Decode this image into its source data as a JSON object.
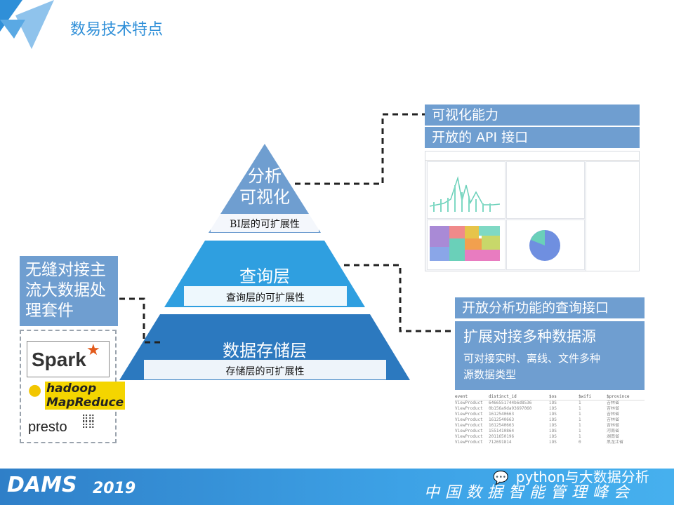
{
  "page": {
    "title": "数易技术特点"
  },
  "pyramid": {
    "top": {
      "title_line1": "分析",
      "title_line2": "可视化",
      "subtitle": "BI层的可扩展性"
    },
    "middle": {
      "title": "查询层",
      "subtitle": "查询层的可扩展性"
    },
    "bottom": {
      "title": "数据存储层",
      "subtitle": "存储层的可扩展性"
    }
  },
  "left_panel": {
    "lines": [
      "无缝对接主",
      "流大数据处",
      "理套件"
    ],
    "logos": [
      {
        "name": "Spark",
        "icon": "spark-logo"
      },
      {
        "name": "hadoop MapReduce",
        "icon": "hadoop-logo"
      },
      {
        "name": "presto",
        "icon": "presto-logo"
      }
    ]
  },
  "right_top": {
    "line1": "可视化能力",
    "line2": "开放的 API 接口"
  },
  "right_bottom": {
    "heading": "开放分析功能的查询接口",
    "title": "扩展对接多种数据源",
    "desc_line1": "可对接实时、离线、文件多种",
    "desc_line2": "源数据类型"
  },
  "data_table": {
    "columns": [
      "event",
      "distinct_id",
      "$os",
      "$wifi",
      "$province"
    ],
    "rows": [
      [
        "ViewProduct",
        "6466551744b6d8536",
        "iOS",
        "1",
        "吉林省"
      ],
      [
        "ViewProduct",
        "0b156a9da93697060",
        "iOS",
        "1",
        "吉林省"
      ],
      [
        "ViewProduct",
        "1612540663",
        "iOS",
        "1",
        "吉林省"
      ],
      [
        "ViewProduct",
        "1612540663",
        "iOS",
        "1",
        "吉林省"
      ],
      [
        "ViewProduct",
        "1612540663",
        "iOS",
        "1",
        "吉林省"
      ],
      [
        "ViewProduct",
        "1551410864",
        "iOS",
        "1",
        "河南省"
      ],
      [
        "ViewProduct",
        "2011650196",
        "iOS",
        "1",
        "湖南省"
      ],
      [
        "ViewProduct",
        "712691814",
        "iOS",
        "0",
        "黑龙江省"
      ]
    ]
  },
  "footer": {
    "brand": "DAMS",
    "year": "2019",
    "conference": "中国数据智能管理峰会",
    "watermark": "python与大数据分析"
  },
  "colors": {
    "title_blue": "#2f8fd8",
    "pyramid_top": "#6f9ed0",
    "pyramid_mid": "#2f9fe0",
    "pyramid_bottom": "#2c79bf",
    "box_blue": "#6f9ed0"
  }
}
